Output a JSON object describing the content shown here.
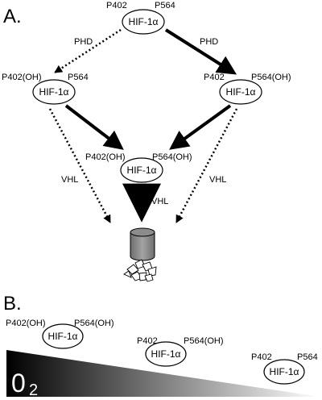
{
  "panel_a": {
    "label": "A.",
    "top": {
      "residue_left": "P402",
      "residue_right": "P564",
      "protein": "HIF-1α"
    },
    "left": {
      "residue_left": "P402(OH)",
      "residue_right": "P564",
      "protein": "HIF-1α"
    },
    "right": {
      "residue_left": "P402",
      "residue_right": "P564(OH)",
      "protein": "HIF-1α"
    },
    "bottom": {
      "residue_left": "P402(OH)",
      "residue_right": "P564(OH)",
      "protein": "HIF-1α"
    },
    "enzymes": {
      "left": "PHD",
      "right": "PHD"
    },
    "ligase": {
      "left": "VHL",
      "center": "VHL",
      "right": "VHL"
    }
  },
  "panel_b": {
    "label": "B.",
    "states": [
      {
        "residue_left": "P402(OH)",
        "residue_right": "P564(OH)",
        "protein": "HIF-1α"
      },
      {
        "residue_left": "P402",
        "residue_right": "P564(OH)",
        "protein": "HIF-1α"
      },
      {
        "residue_left": "P402",
        "residue_right": "P564",
        "protein": "HIF-1α"
      }
    ],
    "gradient_label": "0",
    "gradient_sub": "2"
  },
  "colors": {
    "arrow": "#000000",
    "proteasome": "#8c8c8c",
    "gradient_dark": "#000000",
    "gradient_light": "#ffffff"
  }
}
